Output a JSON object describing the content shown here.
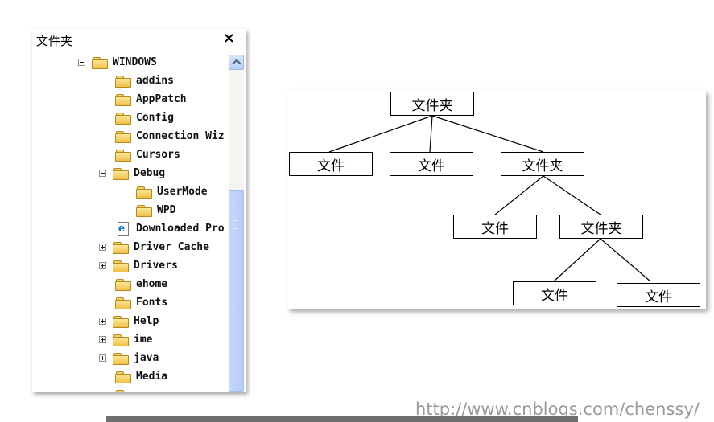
{
  "panel": {
    "title": "文件夹",
    "close_glyph": "×",
    "items": [
      {
        "label": "WINDOWS",
        "expander": "minus",
        "icon": "folder-icon"
      },
      {
        "label": "addins",
        "expander": "none",
        "icon": "folder-icon"
      },
      {
        "label": "AppPatch",
        "expander": "none",
        "icon": "folder-icon"
      },
      {
        "label": "Config",
        "expander": "none",
        "icon": "folder-icon"
      },
      {
        "label": "Connection Wiz",
        "expander": "none",
        "icon": "folder-icon"
      },
      {
        "label": "Cursors",
        "expander": "none",
        "icon": "folder-icon"
      },
      {
        "label": "Debug",
        "expander": "minus",
        "icon": "folder-icon"
      },
      {
        "label": "UserMode",
        "expander": "none",
        "icon": "folder-icon"
      },
      {
        "label": "WPD",
        "expander": "none",
        "icon": "folder-icon"
      },
      {
        "label": "Downloaded Pro",
        "expander": "none",
        "icon": "ie-folder-icon"
      },
      {
        "label": "Driver Cache",
        "expander": "plus",
        "icon": "folder-icon"
      },
      {
        "label": "Drivers",
        "expander": "plus",
        "icon": "folder-icon"
      },
      {
        "label": "ehome",
        "expander": "none",
        "icon": "folder-icon"
      },
      {
        "label": "Fonts",
        "expander": "none",
        "icon": "folder-icon"
      },
      {
        "label": "Help",
        "expander": "plus",
        "icon": "folder-icon"
      },
      {
        "label": "ime",
        "expander": "plus",
        "icon": "folder-icon"
      },
      {
        "label": "java",
        "expander": "plus",
        "icon": "folder-icon"
      },
      {
        "label": "Media",
        "expander": "none",
        "icon": "folder-icon"
      }
    ]
  },
  "diagram": {
    "root": "文件夹",
    "level1": [
      "文件",
      "文件",
      "文件夹"
    ],
    "level2": [
      "文件",
      "文件夹"
    ],
    "level3": [
      "文件",
      "文件"
    ]
  },
  "watermark": "http://www.cnblogs.com/chenssy/",
  "colors": {
    "folder_fill": "#f0c046",
    "scroll_thumb": "#c6d8fb",
    "watermark": "#9a9a9a"
  }
}
